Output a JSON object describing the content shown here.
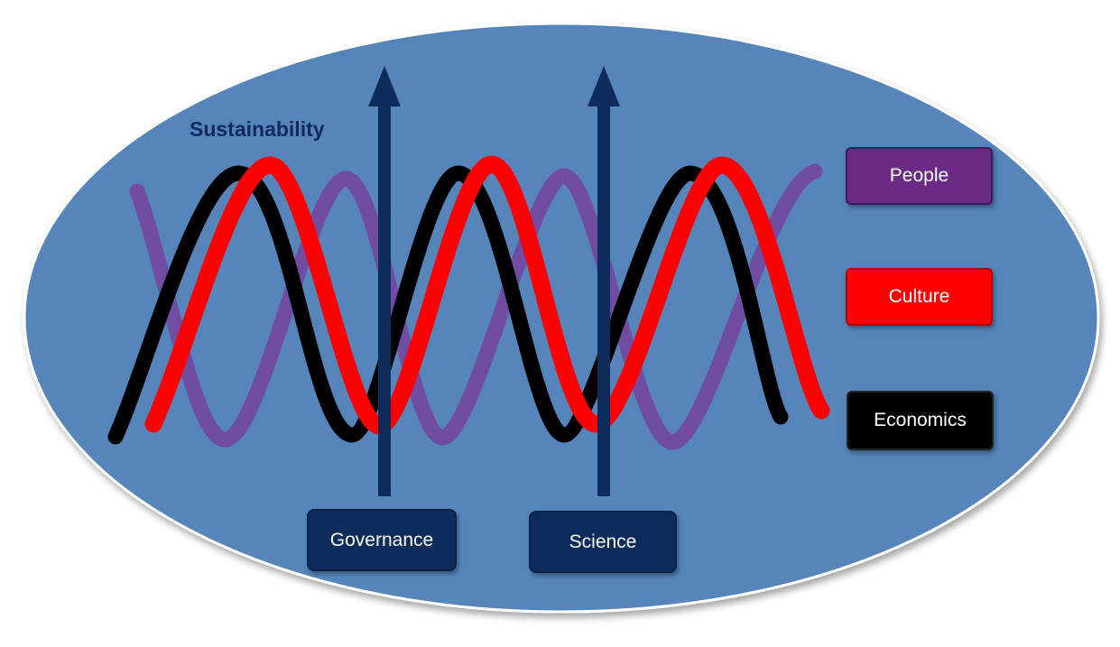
{
  "title": "Sustainability",
  "legend": {
    "people": {
      "label": "People",
      "color": "#6b2a86"
    },
    "culture": {
      "label": "Culture",
      "color": "#ff0000"
    },
    "economics": {
      "label": "Economics",
      "color": "#000000"
    }
  },
  "pillars": {
    "governance": {
      "label": "Governance"
    },
    "science": {
      "label": "Science"
    }
  },
  "colors": {
    "background_ellipse": "#5485ba",
    "pillar": "#0d2c5c",
    "people_wave": "#7a3a9a",
    "culture_wave": "#ff0000",
    "economics_wave": "#000000"
  }
}
